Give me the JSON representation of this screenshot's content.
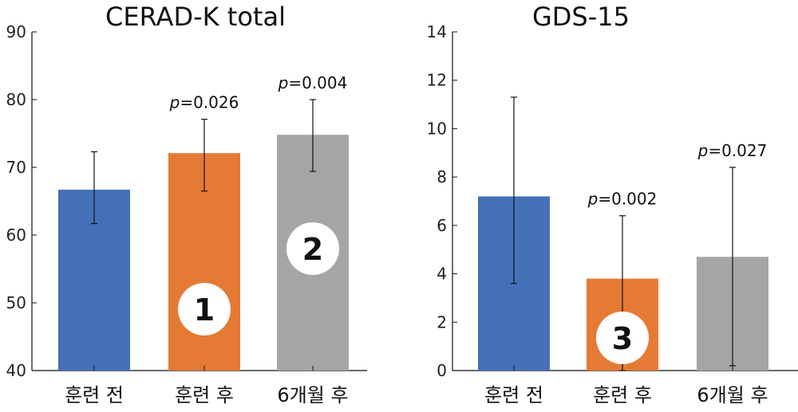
{
  "chart_data": [
    {
      "type": "bar",
      "title": "CERAD-K total",
      "xlabel": "",
      "ylabel": "",
      "ylim": [
        40,
        90
      ],
      "yticks": [
        40,
        50,
        60,
        70,
        80,
        90
      ],
      "categories": [
        "훈련 전",
        "훈련 후",
        "6개월 후"
      ],
      "values": [
        66.7,
        72.1,
        74.8
      ],
      "error_low": [
        61.7,
        66.5,
        69.4
      ],
      "error_high": [
        72.3,
        77.1,
        80.0
      ],
      "colors": [
        "#4470b8",
        "#e57a35",
        "#a5a5a5"
      ],
      "annotations": [
        "",
        "p=0.026",
        "p=0.004"
      ],
      "markers": [
        "",
        "1",
        "2"
      ],
      "grid": false,
      "legend": "none"
    },
    {
      "type": "bar",
      "title": "GDS-15",
      "xlabel": "",
      "ylabel": "",
      "ylim": [
        0,
        14
      ],
      "yticks": [
        0,
        2,
        4,
        6,
        8,
        10,
        12,
        14
      ],
      "categories": [
        "훈련 전",
        "훈련 후",
        "6개월 후"
      ],
      "values": [
        7.2,
        3.8,
        4.7
      ],
      "error_low": [
        3.6,
        0.0,
        0.2
      ],
      "error_high": [
        11.3,
        6.4,
        8.4
      ],
      "colors": [
        "#4470b8",
        "#e57a35",
        "#a5a5a5"
      ],
      "annotations": [
        "",
        "p=0.002",
        "p=0.027"
      ],
      "markers": [
        "",
        "3",
        ""
      ],
      "grid": false,
      "legend": "none"
    }
  ]
}
